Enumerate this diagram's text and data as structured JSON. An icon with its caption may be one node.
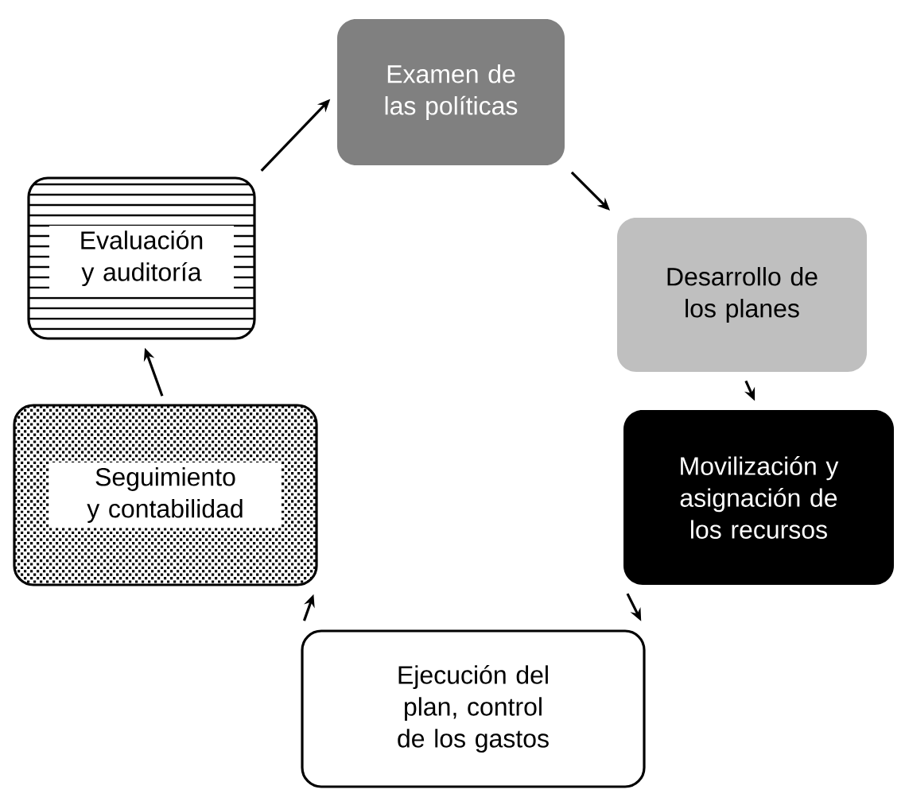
{
  "diagram": {
    "nodes": [
      {
        "text": [
          "Examen de las políticas"
        ]
      },
      {
        "text": [
          "Desarrollo de los planes"
        ]
      },
      {
        "text": [
          "Movilización y asignación de los recursos"
        ]
      },
      {
        "text": [
          "Ejecución del plan, control de los gastos"
        ]
      },
      {
        "text": [
          "Seguimiento y contabilidad"
        ]
      },
      {
        "text": [
          "Evaluación y auditoría"
        ]
      }
    ],
    "edges": [
      {
        "from": 0,
        "to": 1,
        "arrow": "to"
      },
      {
        "from": 1,
        "to": 2,
        "arrow": "to"
      },
      {
        "from": 2,
        "to": 3,
        "arrow": "to"
      },
      {
        "from": 3,
        "to": 4,
        "arrow": "to"
      },
      {
        "from": 4,
        "to": 5,
        "arrow": "to"
      },
      {
        "from": 5,
        "to": 0,
        "arrow": "to"
      }
    ]
  }
}
